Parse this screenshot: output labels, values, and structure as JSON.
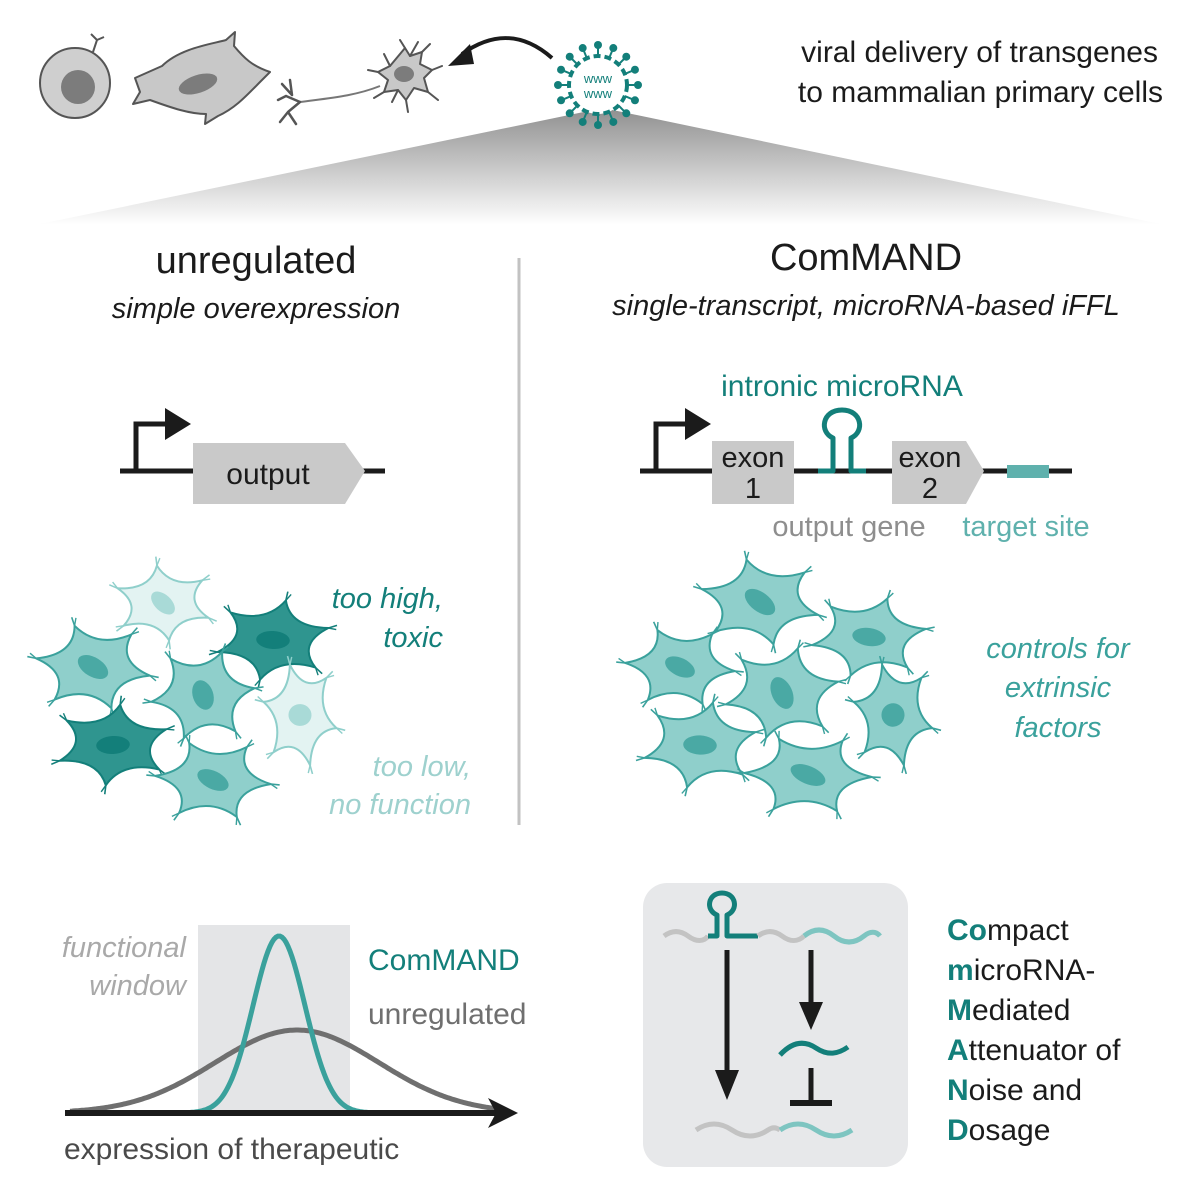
{
  "header": {
    "delivery_line1": "viral delivery of transgenes",
    "delivery_line2": "to mammalian primary cells",
    "virus_glyph": "www"
  },
  "left_panel": {
    "title": "unregulated",
    "subtitle": "simple overexpression",
    "gene_label": "output",
    "annotation_high_line1": "too high,",
    "annotation_high_line2": "toxic",
    "annotation_low_line1": "too low,",
    "annotation_low_line2": "no function"
  },
  "right_panel": {
    "title": "ComMAND",
    "subtitle": "single-transcript, microRNA-based iFFL",
    "mirna_label": "intronic microRNA",
    "exon1_line1": "exon",
    "exon1_line2": "1",
    "exon2_line1": "exon",
    "exon2_line2": "2",
    "output_gene_label": "output gene",
    "target_site_label": "target site",
    "controls_line1": "controls for",
    "controls_line2": "extrinsic",
    "controls_line3": "factors"
  },
  "distribution_plot": {
    "window_line1": "functional",
    "window_line2": "window",
    "legend_command": "ComMAND",
    "legend_unregulated": "unregulated",
    "x_axis_label": "expression of therapeutic"
  },
  "acronym": [
    {
      "initial": "Co",
      "rest": "mpact"
    },
    {
      "initial": "m",
      "rest": "icroRNA-"
    },
    {
      "initial": "M",
      "rest": "ediated"
    },
    {
      "initial": "A",
      "rest": "ttenuator of"
    },
    {
      "initial": "N",
      "rest": "oise and"
    },
    {
      "initial": "D",
      "rest": "osage"
    }
  ],
  "colors": {
    "teal_dark": "#137f7a",
    "teal": "#3aa19c",
    "teal_light": "#72c1bd",
    "teal_pale": "#cfe9e7",
    "gray_dark": "#606060",
    "gray_mid": "#8e8e8e",
    "gray_light": "#c8c8c8",
    "panel_bg": "#e7e8ea",
    "black": "#1b1b1b"
  },
  "icons": [
    "immune-cell-icon",
    "fibroblast-icon",
    "neuron-icon",
    "virus-icon",
    "promoter-arrow-icon",
    "hairpin-icon"
  ]
}
